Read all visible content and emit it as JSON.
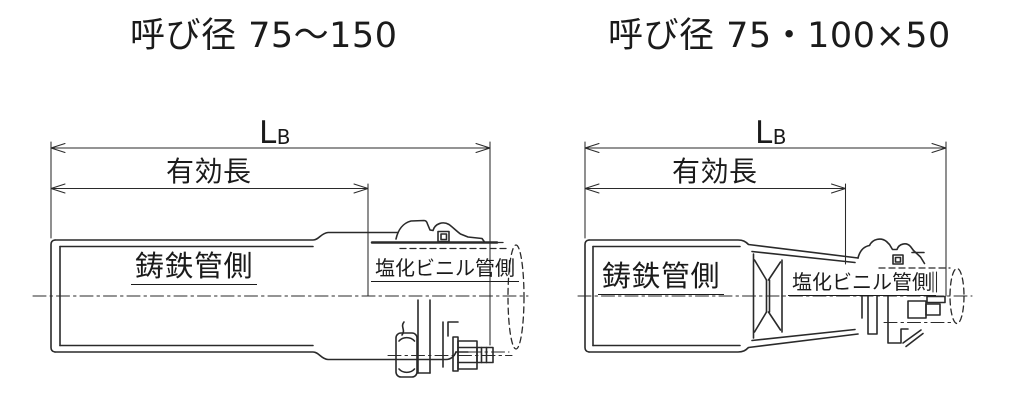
{
  "page": {
    "background_color": "#ffffff",
    "line_color": "#2a2a2a",
    "text_color": "#1b1b1b"
  },
  "left_diagram": {
    "title": "呼び径 75〜150",
    "dimensions": {
      "lb": {
        "main": "L",
        "sub": "B"
      },
      "effective_length": "有効長"
    },
    "labels": {
      "cast_iron_side": "鋳鉄管側",
      "pvc_side": "塩化ビニル管側"
    }
  },
  "right_diagram": {
    "title": "呼び径 75・100×50",
    "dimensions": {
      "lb": {
        "main": "L",
        "sub": "B"
      },
      "effective_length": "有効長"
    },
    "labels": {
      "cast_iron_side": "鋳鉄管側",
      "pvc_side": "塩化ビニル管側"
    }
  }
}
